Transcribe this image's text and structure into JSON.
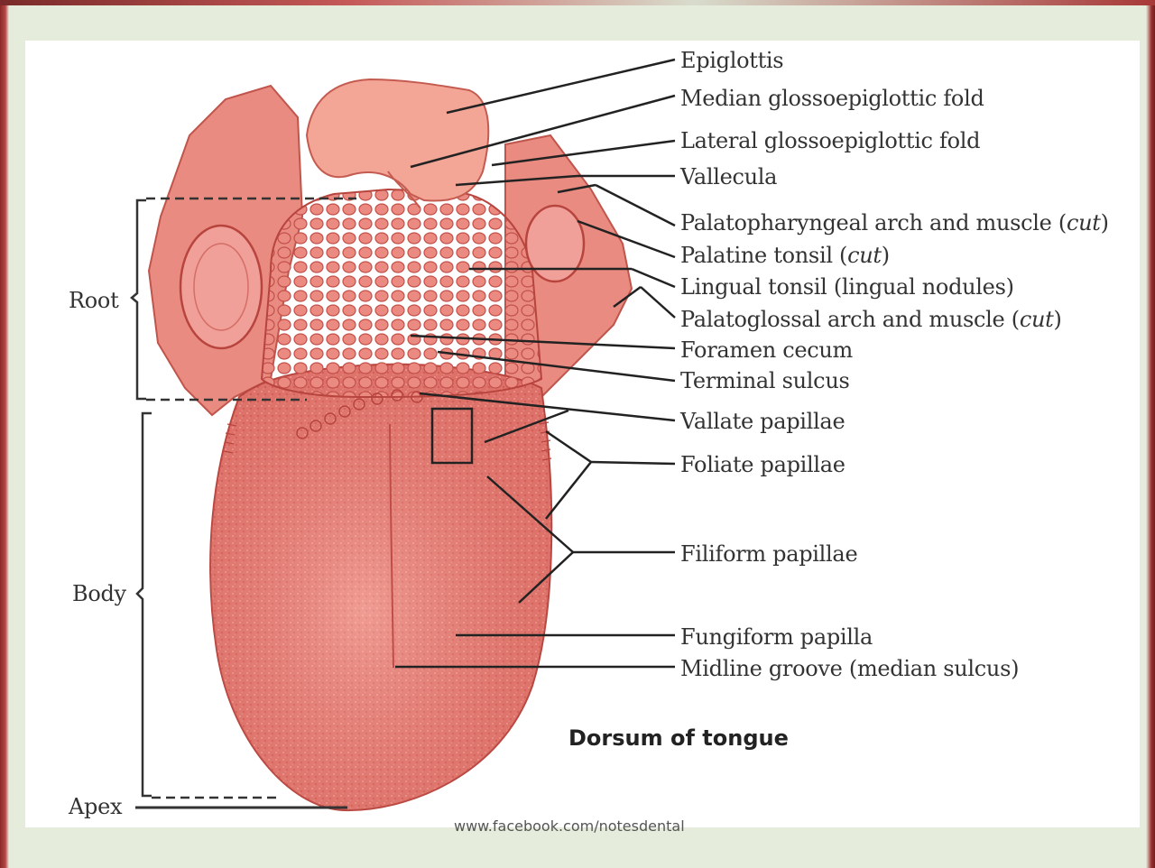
{
  "title": "Dorsum of tongue",
  "watermark": "www.facebook.com/notesdental",
  "regions": {
    "root": "Root",
    "body": "Body",
    "apex": "Apex"
  },
  "labels": {
    "epiglottis": "Epiglottis",
    "median_fold": "Median glossoepiglottic fold",
    "lateral_fold": "Lateral glossoepiglottic fold",
    "vallecula": "Vallecula",
    "palatopharyngeal": "Palatopharyngeal arch and muscle",
    "palatine_tonsil": "Palatine tonsil",
    "lingual_tonsil": "Lingual tonsil (lingual nodules)",
    "palatoglossal": "Palatoglossal arch and muscle",
    "cut": "cut",
    "foramen_cecum": "Foramen cecum",
    "terminal_sulcus": "Terminal sulcus",
    "vallate": "Vallate papillae",
    "foliate": "Foliate papillae",
    "filiform": "Filiform papillae",
    "fungiform": "Fungiform papilla",
    "midline_groove": "Midline groove (median sulcus)"
  },
  "colors": {
    "tongue": "#e8776e",
    "tongue_dark": "#c9504a",
    "tongue_light": "#f4a79f",
    "epiglottis": "#f0a090",
    "leader": "#222222",
    "background": "#ffffff"
  }
}
